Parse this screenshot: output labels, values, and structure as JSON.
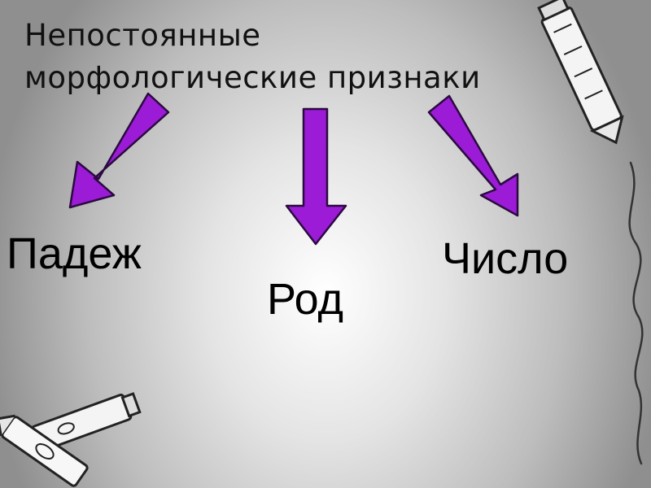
{
  "slide": {
    "title_line1": "Непостоянные",
    "title_line2": "морфологические признаки",
    "items": [
      {
        "label": "Падеж"
      },
      {
        "label": "Род"
      },
      {
        "label": "Число"
      }
    ]
  },
  "colors": {
    "arrow_fill": "#9b1bd6",
    "arrow_stroke": "#3a0a5a",
    "text": "#000000"
  },
  "icons": [
    "arrow-down-left-icon",
    "arrow-down-icon",
    "arrow-down-right-icon",
    "chalk-icon"
  ]
}
